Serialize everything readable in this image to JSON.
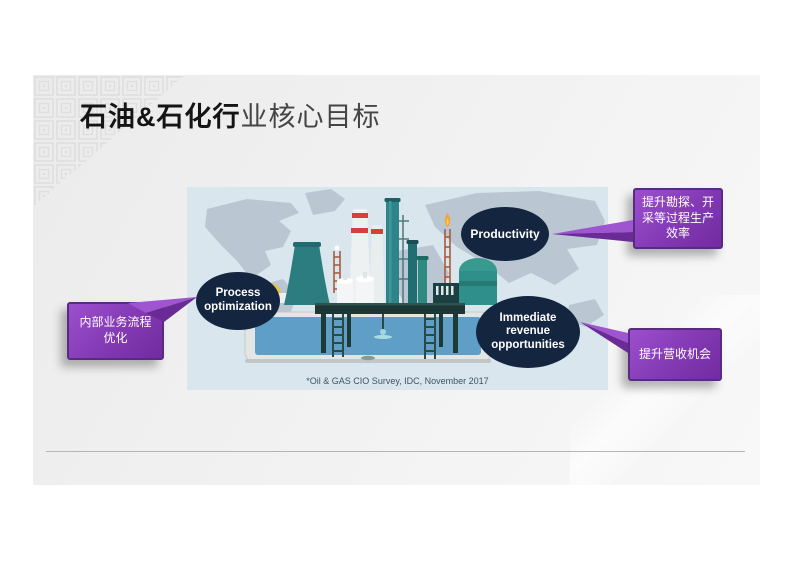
{
  "slide": {
    "title": {
      "emphasis": "石油&石化行",
      "rest": "业核心目标"
    }
  },
  "bubbles": {
    "process": {
      "line1": "Process",
      "line2": "optimization"
    },
    "productivity": {
      "line1": "Productivity"
    },
    "immediate": {
      "line1": "Immediate",
      "line2": "revenue",
      "line3": "opportunities"
    }
  },
  "callouts": {
    "exploration": {
      "line1": "提升勘探、开",
      "line2": "采等过程生产",
      "line3": "效率"
    },
    "internal": {
      "line1": "内部业务流程",
      "line2": "优化"
    },
    "revenue": {
      "line1": "提升营收机会"
    }
  },
  "illustration": {
    "caption": "*Oil & GAS CIO Survey, IDC, November 2017"
  },
  "colors": {
    "accent_purple": "#8a3ab8",
    "callout_border_purple": "#5a2a80",
    "bubble_navy": "#13253f",
    "illustration_background_blue": "#d9e6ee",
    "map_gray": "#bac7d3",
    "tablet_screen_blue": "#5f9ec7",
    "chimney_stripe_red": "#d7403a",
    "flame_orange": "#f2a33c",
    "structure_teal": "#2b7d80"
  }
}
